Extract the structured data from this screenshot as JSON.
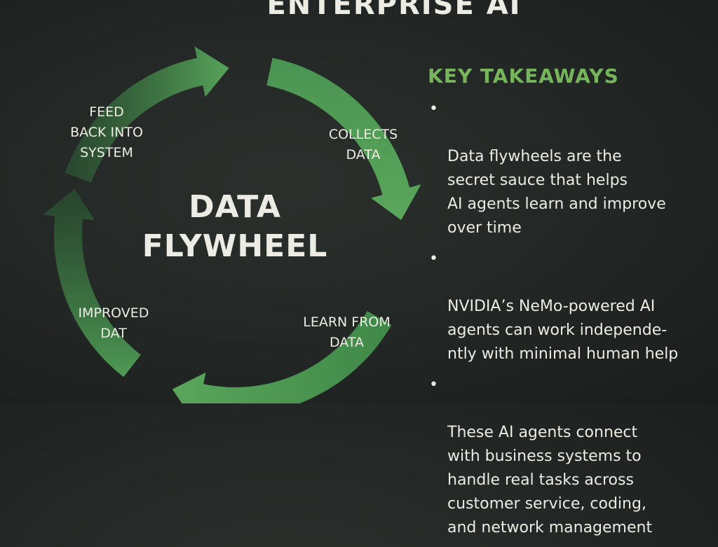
{
  "page": {
    "title": "ENTERPRISE AI"
  },
  "diagram": {
    "center_title": "DATA\nFLYWHEEL",
    "stages": [
      {
        "label": "COLLECTS\nDATA"
      },
      {
        "label": "LEARN FROM\nDATA"
      },
      {
        "label": "IMPROVED\nDAT"
      },
      {
        "label": "FEED\nBACK INTO\nSYSTEM"
      }
    ]
  },
  "takeaways": {
    "heading": "KEY TAKEAWAYS",
    "bullet_glyph": "•",
    "items": [
      {
        "text": "Data flywheels are the\nsecret sauce that helps\nAI agents learn and improve\nover time"
      },
      {
        "text": "NVIDIA’s NeMo-powered AI\nagents can work independe-\nntly with minimal human help"
      },
      {
        "text": "These AI agents connect\nwith business systems to\nhandle real tasks across\ncustomer service, coding,\nand network management"
      }
    ]
  },
  "colors": {
    "background": "#222624",
    "accent_green": "#76b55c",
    "arrow_green": "#4f9a55",
    "arrow_green_dark": "#2c5f34",
    "text": "#ecebe4"
  },
  "icons": {
    "bullet": "bullet-dot-icon",
    "arrows": "curved-arrow-icon"
  }
}
